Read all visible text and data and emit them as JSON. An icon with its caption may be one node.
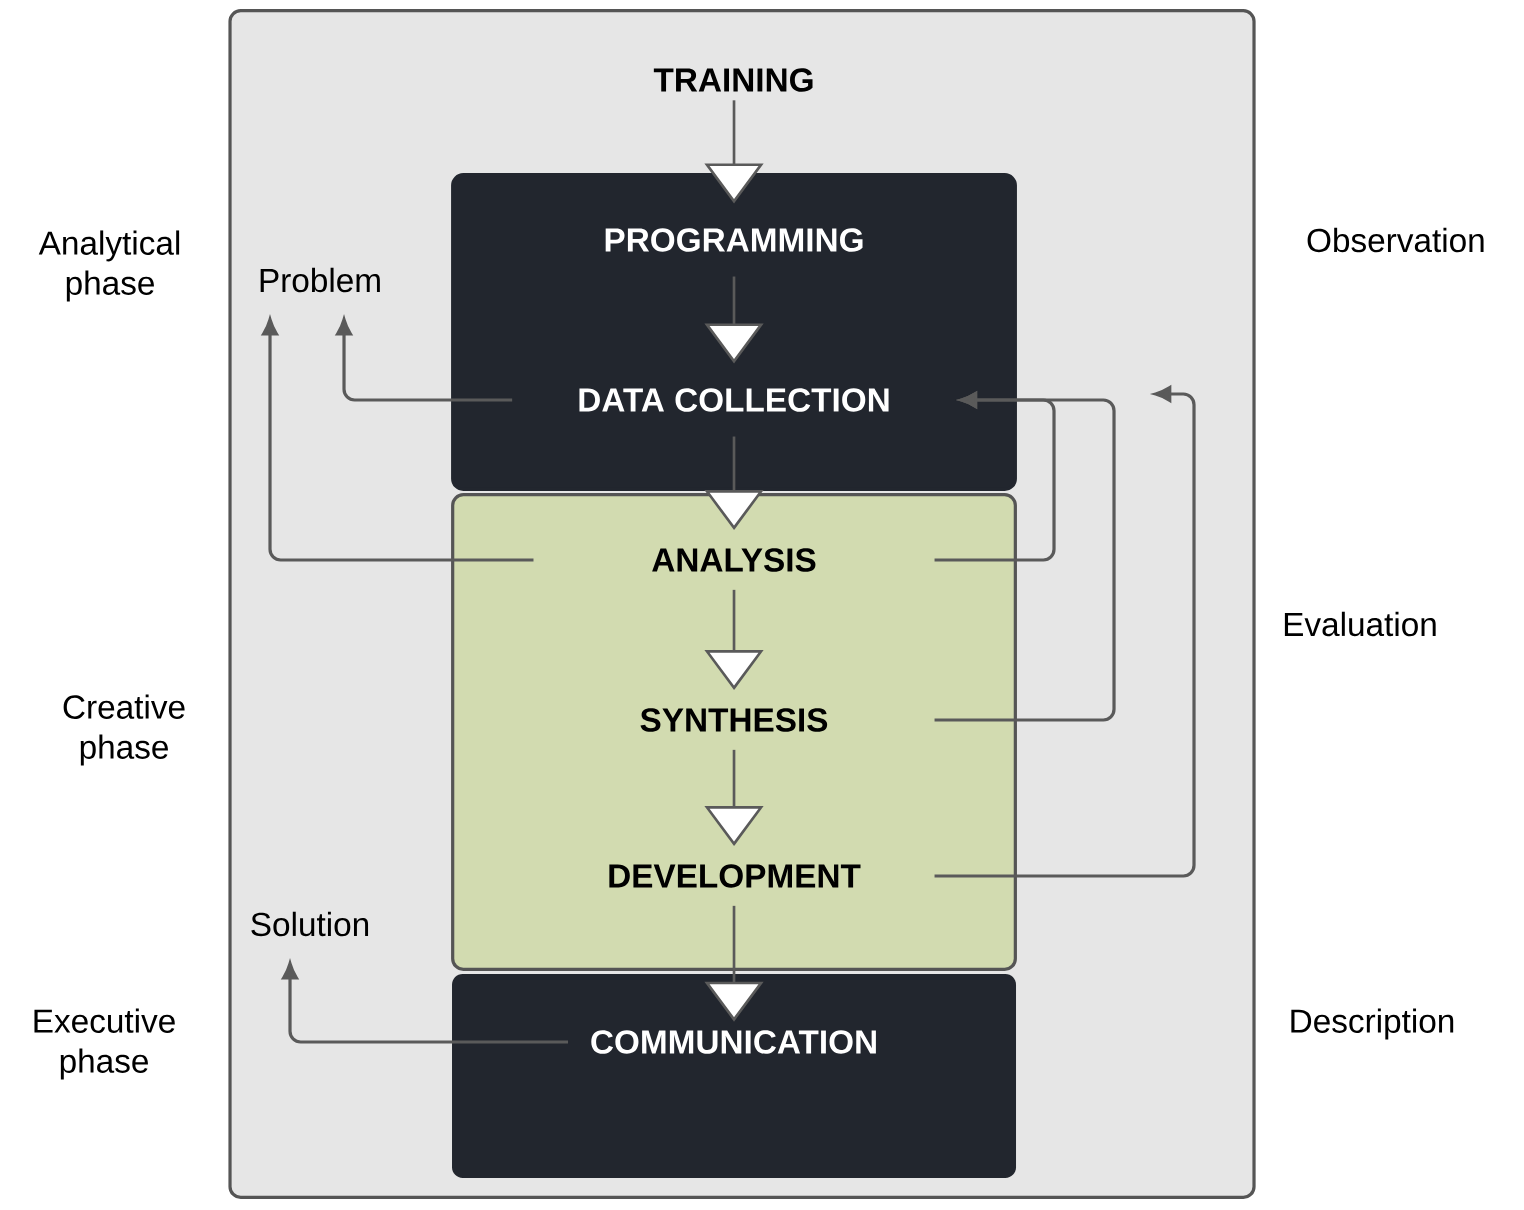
{
  "diagram": {
    "nodes": [
      {
        "text": [],
        "shape": "box"
      },
      {
        "text": [
          "TRAINING"
        ],
        "in": 0
      },
      {
        "text": [
          "Problem"
        ],
        "in": 0
      },
      {
        "text": [],
        "shape": "box",
        "in": 0
      },
      {
        "text": [
          "PROGRAMMING"
        ],
        "in": 3
      },
      {
        "text": [
          "DATA COLLECTION"
        ],
        "in": 3
      },
      {
        "text": [],
        "shape": "box",
        "in": 0
      },
      {
        "text": [
          "ANALYSIS"
        ],
        "in": 6
      },
      {
        "text": [
          "SYNTHESIS"
        ],
        "in": 6
      },
      {
        "text": [
          "DEVELOPMENT"
        ],
        "in": 6
      },
      {
        "text": [
          "Solution"
        ],
        "in": 0
      },
      {
        "text": [
          "COMMUNICATION"
        ],
        "in": 0
      }
    ],
    "edges": [
      {
        "from": 1,
        "to": 4,
        "arrow": "to"
      },
      {
        "from": 4,
        "to": 5,
        "arrow": "to"
      },
      {
        "from": 5,
        "to": 7,
        "arrow": "to"
      },
      {
        "from": 7,
        "to": 8,
        "arrow": "to"
      },
      {
        "from": 8,
        "to": 9,
        "arrow": "to"
      },
      {
        "from": 9,
        "to": 11,
        "arrow": "to"
      },
      {
        "from": 5,
        "to": 2,
        "arrow": "to",
        "color": "#5a5a5a"
      },
      {
        "from": 7,
        "to": 2,
        "arrow": "to",
        "color": "#5a5a5a"
      },
      {
        "from": 7,
        "to": 5,
        "arrow": "to",
        "color": "#5a5a5a"
      },
      {
        "from": 8,
        "to": 5,
        "arrow": "to",
        "color": "#5a5a5a"
      },
      {
        "from": 9,
        "to": null,
        "arrow": "to",
        "color": "#5a5a5a"
      },
      {
        "from": 11,
        "to": 10,
        "arrow": "to",
        "color": "#5a5a5a"
      }
    ],
    "labels": [
      "Analytical phase",
      "Creative phase",
      "Executive phase",
      "Observation",
      "Evaluation",
      "Description"
    ]
  }
}
